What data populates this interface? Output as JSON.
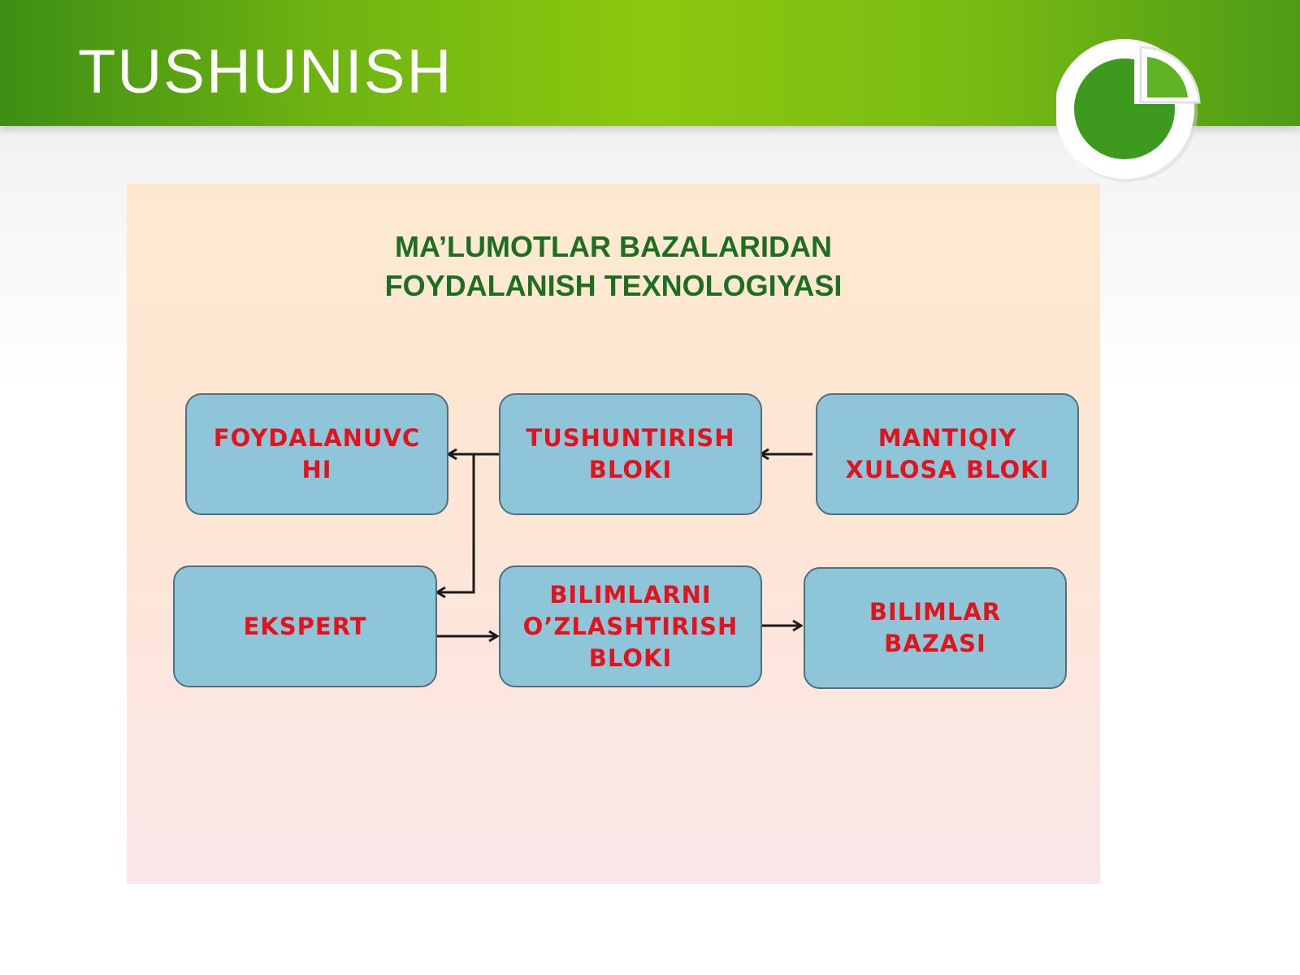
{
  "slide": {
    "title": "TUSHUNISH"
  },
  "logo": {
    "icon": "pie-chart-logo-icon"
  },
  "diagram": {
    "title_lines": [
      "MA’LUMOTLAR BAZALARIDAN",
      "FOYDALANISH TEXNOLOGIYASI"
    ],
    "nodes": {
      "foydalanuvchi": {
        "lines": [
          "FOYDALANUVC",
          "HI"
        ]
      },
      "tushuntirish": {
        "lines": [
          "TUSHUNTIRISH",
          "BLOKI"
        ]
      },
      "mantiqiy": {
        "lines": [
          "MANTIQIY",
          "XULOSA BLOKI"
        ]
      },
      "ekspert": {
        "lines": [
          "EKSPERT"
        ]
      },
      "bilimlarni": {
        "lines": [
          "BILIMLARNI",
          "O’ZLASHTIRISH",
          "BLOKI"
        ]
      },
      "bilimlar_bazasi": {
        "lines": [
          "BILIMLAR",
          "BAZASI"
        ]
      }
    },
    "edges": [
      {
        "from": "MANTIQIY XULOSA BLOKI",
        "to": "TUSHUNTIRISH BLOKI"
      },
      {
        "from": "TUSHUNTIRISH BLOKI",
        "to": "FOYDALANUVCHI"
      },
      {
        "from": "TUSHUNTIRISH BLOKI",
        "to": "EKSPERT"
      },
      {
        "from": "EKSPERT",
        "to": "BILIMLARNI O’ZLASHTIRISH BLOKI"
      },
      {
        "from": "BILIMLARNI O’ZLASHTIRISH BLOKI",
        "to": "BILIMLAR BAZASI"
      }
    ],
    "colors": {
      "header_green": "#7ab812",
      "title_green": "#1e6e22",
      "box_fill": "#8fc5d9",
      "box_text_red": "#e1141e",
      "panel_peach": "#fde6d6"
    }
  }
}
